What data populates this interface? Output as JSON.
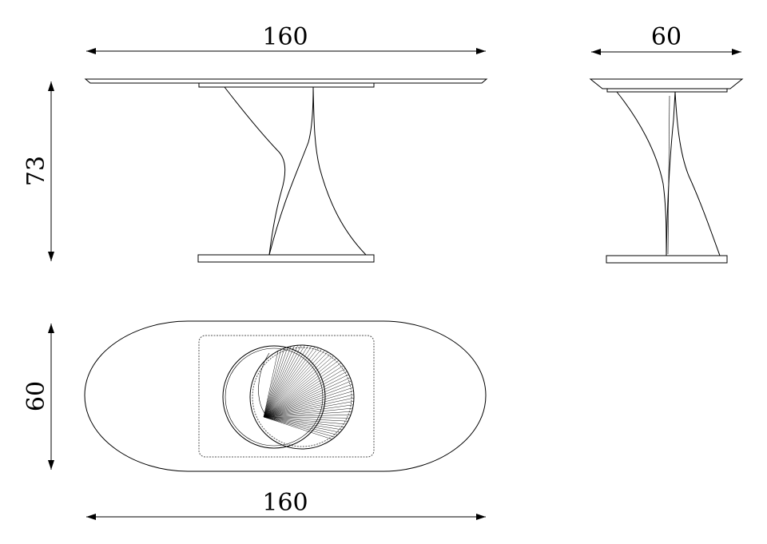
{
  "diagram": {
    "front_view": {
      "width_label": "160",
      "height_label": "73"
    },
    "side_view": {
      "depth_label": "60"
    },
    "top_view": {
      "depth_label": "60",
      "width_label": "160"
    }
  },
  "colors": {
    "line": "#000000",
    "background": "#ffffff"
  }
}
